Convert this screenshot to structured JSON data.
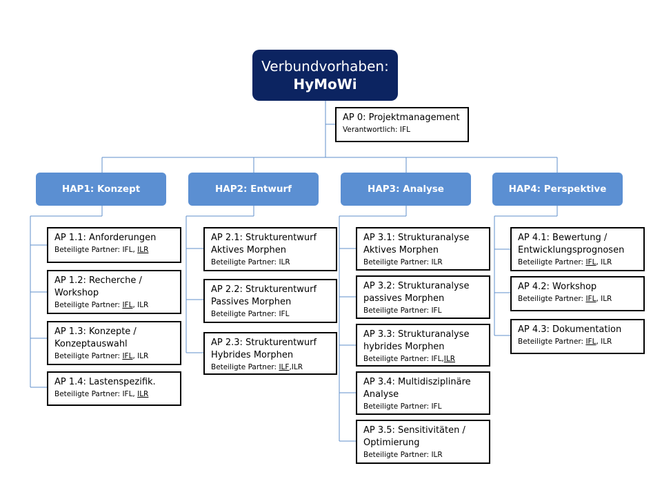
{
  "root": {
    "line1": "Verbundvorhaben:",
    "line2": "HyMoWi"
  },
  "ap0": {
    "title": "AP 0: Projektmanagement",
    "sub": "Verantwortlich: IFL"
  },
  "partner_prefix": "Beteiligte Partner: ",
  "haps": [
    {
      "label": "HAP1: Konzept",
      "aps": [
        {
          "l1": "AP 1.1: Anforderungen",
          "l2": "",
          "partners": [
            {
              "text": "IFL",
              "u": false
            },
            {
              "text": ", ",
              "u": false
            },
            {
              "text": "ILR",
              "u": true
            }
          ]
        },
        {
          "l1": "AP 1.2: Recherche /",
          "l2": "Workshop",
          "partners": [
            {
              "text": "IFL",
              "u": true
            },
            {
              "text": ", ILR",
              "u": false
            }
          ]
        },
        {
          "l1": "AP 1.3: Konzepte /",
          "l2": "Konzeptauswahl",
          "partners": [
            {
              "text": "IFL",
              "u": true
            },
            {
              "text": ", ILR",
              "u": false
            }
          ]
        },
        {
          "l1": "AP 1.4: Lastenspezifik.",
          "l2": "",
          "partners": [
            {
              "text": "IFL, ",
              "u": false
            },
            {
              "text": "ILR",
              "u": true
            }
          ]
        }
      ]
    },
    {
      "label": "HAP2: Entwurf",
      "aps": [
        {
          "l1": "AP 2.1: Strukturentwurf",
          "l2": "Aktives Morphen",
          "partners": [
            {
              "text": "ILR",
              "u": false
            }
          ]
        },
        {
          "l1": "AP 2.2: Strukturentwurf",
          "l2": "Passives Morphen",
          "partners": [
            {
              "text": "IFL",
              "u": false
            }
          ]
        },
        {
          "l1": "AP 2.3: Strukturentwurf",
          "l2": "Hybrides Morphen",
          "partners": [
            {
              "text": "ILF",
              "u": true
            },
            {
              "text": ",ILR",
              "u": false
            }
          ]
        }
      ]
    },
    {
      "label": "HAP3: Analyse",
      "aps": [
        {
          "l1": "AP 3.1: Strukturanalyse",
          "l2": "Aktives Morphen",
          "partners": [
            {
              "text": "ILR",
              "u": false
            }
          ]
        },
        {
          "l1": "AP 3.2: Strukturanalyse",
          "l2": "passives Morphen",
          "partners": [
            {
              "text": "IFL",
              "u": false
            }
          ]
        },
        {
          "l1": "AP 3.3: Strukturanalyse",
          "l2": "hybrides Morphen",
          "partners": [
            {
              "text": "IFL,",
              "u": false
            },
            {
              "text": "ILR",
              "u": true
            }
          ]
        },
        {
          "l1": "AP 3.4: Multidisziplinäre",
          "l2": "Analyse",
          "partners": [
            {
              "text": "IFL",
              "u": false
            }
          ]
        },
        {
          "l1": "AP 3.5: Sensitivitäten /",
          "l2": "Optimierung",
          "partners": [
            {
              "text": "ILR",
              "u": false
            }
          ]
        }
      ]
    },
    {
      "label": "HAP4: Perspektive",
      "aps": [
        {
          "l1": "AP 4.1: Bewertung /",
          "l2": "Entwicklungsprognosen",
          "partners": [
            {
              "text": "IFL",
              "u": true
            },
            {
              "text": ", ILR",
              "u": false
            }
          ]
        },
        {
          "l1": "AP 4.2: Workshop",
          "l2": "",
          "partners": [
            {
              "text": "IFL",
              "u": true
            },
            {
              "text": ", ILR",
              "u": false
            }
          ]
        },
        {
          "l1": "AP 4.3: Dokumentation",
          "l2": "",
          "partners": [
            {
              "text": "IFL",
              "u": true
            },
            {
              "text": ", ILR",
              "u": false
            }
          ]
        }
      ]
    }
  ],
  "colors": {
    "root_fill": "#0c2461",
    "hap_fill": "#5b8fd2",
    "connector": "#5f8fcb"
  }
}
